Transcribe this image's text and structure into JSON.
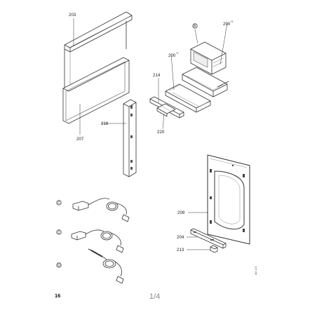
{
  "labels": {
    "p203": "203",
    "p207": "207",
    "p216": "216",
    "p214": "214",
    "p220": "220",
    "p200a": "200",
    "p200a_sup": "*1",
    "p200b": "200",
    "p200b_sup": "*2",
    "p208": "208",
    "p204": "204",
    "p213": "213",
    "circle_b": "B",
    "circle_c1": "C",
    "circle_c2": "C",
    "circle_d": "D"
  },
  "footer": {
    "page_number": "16",
    "page_fraction": "1/4",
    "side_code": "dia 1/4"
  }
}
